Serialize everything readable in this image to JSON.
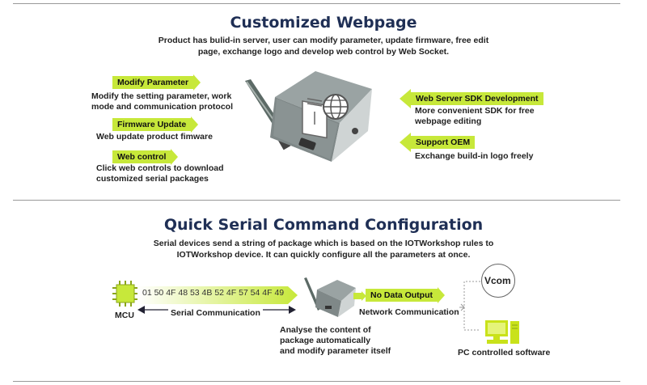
{
  "section1": {
    "title": "Customized Webpage",
    "subtitle_line1": "Product has bulid-in server, user can modify parameter, update firmware, free edit",
    "subtitle_line2": "page, exchange logo and develop web control by Web Socket.",
    "left_features": [
      {
        "label": "Modify Parameter",
        "desc1": "Modify the setting parameter, work",
        "desc2": "mode and communication protocol"
      },
      {
        "label": "Firmware Update",
        "desc1": "Web update product fimware",
        "desc2": ""
      },
      {
        "label": "Web control",
        "desc1": "Click web controls to download",
        "desc2": "customized serial packages"
      }
    ],
    "right_features": [
      {
        "label": "Web Server SDK Development",
        "desc1": "More convenient SDK for free",
        "desc2": "webpage editing"
      },
      {
        "label": "Support OEM",
        "desc1": "Exchange build-in logo freely",
        "desc2": ""
      }
    ]
  },
  "section2": {
    "title": "Quick Serial Command Configuration",
    "subtitle_line1": "Serial devices send a string of package which is based on the IOTWorkshop rules to",
    "subtitle_line2": "IOTWorkshop device. It can quickly configure all the parameters at once.",
    "mcu_label": "MCU",
    "hex_string": "01 50 4F 48 53 4B 52 4F 57 54 4F 49",
    "serial_label": "Serial Communication",
    "analyse_line1": "Analyse the content of",
    "analyse_line2": "package automatically",
    "analyse_line3": "and modify parameter itself",
    "no_data_label": "No Data Output",
    "network_label": "Network Communication",
    "vcom_label": "Vcom",
    "pc_label": "PC controlled software"
  },
  "colors": {
    "accent": "#c7e83a",
    "title": "#1f2f55",
    "pc": "#c9e21a"
  },
  "icons": [
    "antenna-icon",
    "server-icon",
    "globe-icon",
    "chip-icon",
    "pc-icon"
  ]
}
